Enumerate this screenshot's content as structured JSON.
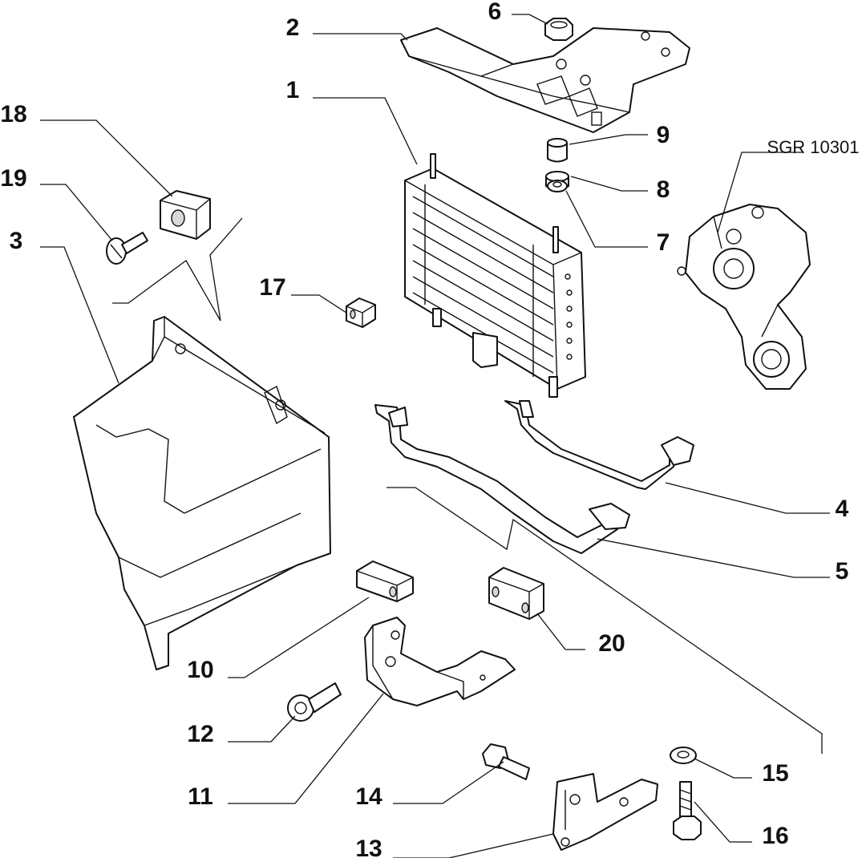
{
  "diagram": {
    "reference_code": "SGR 10301",
    "callouts": [
      "1",
      "2",
      "3",
      "4",
      "5",
      "6",
      "7",
      "8",
      "9",
      "10",
      "11",
      "12",
      "13",
      "14",
      "15",
      "16",
      "17",
      "18",
      "19",
      "20"
    ],
    "parts": [
      {
        "id": "1",
        "icon": "oil-cooler-radiator-icon"
      },
      {
        "id": "2",
        "icon": "mounting-bracket-plate-icon"
      },
      {
        "id": "3",
        "icon": "air-duct-shroud-icon"
      },
      {
        "id": "4",
        "icon": "oil-hose-pipe-icon"
      },
      {
        "id": "5",
        "icon": "oil-hose-pipe-icon"
      },
      {
        "id": "6",
        "icon": "hex-nut-icon"
      },
      {
        "id": "7",
        "icon": "washer-icon"
      },
      {
        "id": "8",
        "icon": "rubber-grommet-icon"
      },
      {
        "id": "9",
        "icon": "spacer-bush-icon"
      },
      {
        "id": "10",
        "icon": "rubber-block-icon"
      },
      {
        "id": "11",
        "icon": "support-bracket-icon"
      },
      {
        "id": "12",
        "icon": "socket-head-screw-icon"
      },
      {
        "id": "13",
        "icon": "support-bracket-icon"
      },
      {
        "id": "14",
        "icon": "hex-bolt-icon"
      },
      {
        "id": "15",
        "icon": "washer-icon"
      },
      {
        "id": "16",
        "icon": "hex-bolt-icon"
      },
      {
        "id": "17",
        "icon": "rubber-pad-icon"
      },
      {
        "id": "18",
        "icon": "rubber-block-icon"
      },
      {
        "id": "19",
        "icon": "screw-icon"
      },
      {
        "id": "20",
        "icon": "rubber-block-icon"
      }
    ]
  }
}
